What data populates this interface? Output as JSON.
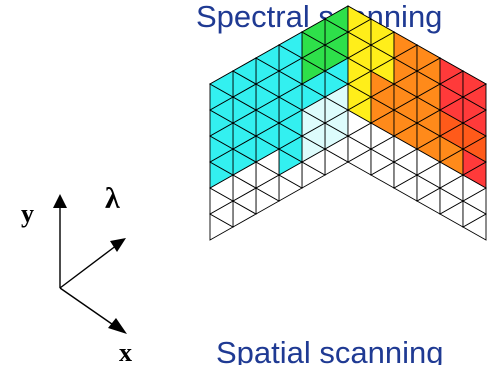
{
  "labels": {
    "spectral_scanning": "Spectral scanning",
    "spatial_scanning": "Spatial scanning",
    "axis_y": "y",
    "axis_lambda": "λ",
    "axis_x": "x"
  },
  "colors": {
    "title_blue": "#1f3a93",
    "cyan": "#33f0f0",
    "light_cyan": "#ddfcfc",
    "green": "#2ee04a",
    "yellow": "#ffee1a",
    "orange": "#ff8a1a",
    "orange_red": "#ff5a1a",
    "red": "#ff3a3a",
    "grid_line": "#000000",
    "empty": "#ffffff"
  }
}
